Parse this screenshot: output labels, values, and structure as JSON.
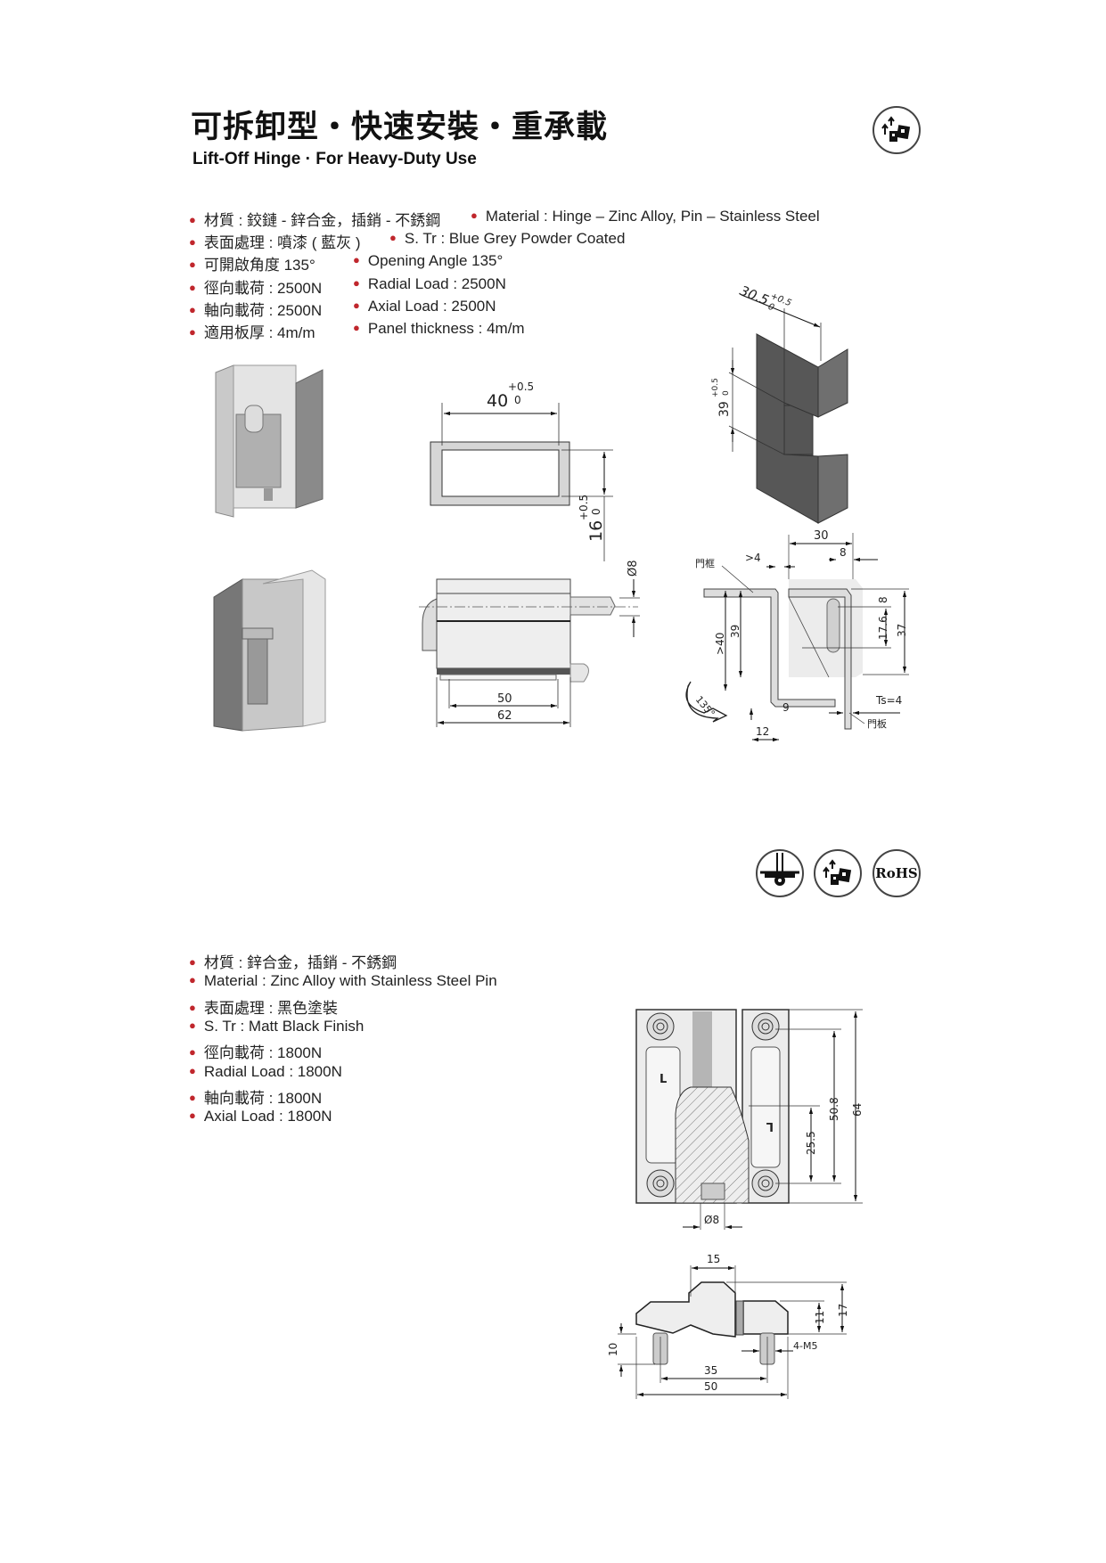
{
  "header": {
    "title": "可拆卸型・快速安裝・重承載",
    "subtitle": "Lift-Off Hinge · For Heavy-Duty Use",
    "icon": "easy-install-icon"
  },
  "spec1": {
    "left": [
      "材質 : 鉸鏈 - 鋅合金，插銷 - 不銹鋼",
      "表面處理 : 噴漆 ( 藍灰 )",
      "可開啟角度 135°",
      "徑向載荷 : 2500N",
      "軸向載荷 : 2500N",
      "適用板厚 : 4m/m"
    ],
    "right": [
      "Material : Hinge – Zinc Alloy, Pin – Stainless Steel",
      "S. Tr : Blue Grey Powder Coated",
      "Opening Angle 135°",
      "Radial Load : 2500N",
      "Axial Load : 2500N",
      "Panel thickness : 4m/m"
    ]
  },
  "drawing1": {
    "cutout_width": "40",
    "cutout_tol_top": "+0.5",
    "cutout_tol_bottom": "0",
    "cutout_height": "16",
    "cutout_h_tol_top": "+0.5",
    "cutout_h_tol_bottom": "0",
    "bracket_width": "30.5",
    "bracket_tol_top": "+0.5",
    "bracket_tol_bottom": "0",
    "bracket_gap": "39",
    "bracket_gap_tol_top": "+0.5",
    "bracket_gap_tol_bottom": "0",
    "pin_dia": "Ø8",
    "len_50": "50",
    "len_62": "62",
    "dim_30": "30",
    "dim_8a": "8",
    "dim_8b": "8",
    "dim_17_6": "17.6",
    "dim_37": "37",
    "dim_gt4": ">4",
    "dim_gt40": ">40",
    "dim_39": "39",
    "dim_9": "9",
    "dim_12": "12",
    "ts": "Ts=4",
    "angle": "135°",
    "frame_label": "門框",
    "door_label": "門板"
  },
  "badges": [
    "lift-off-hinge-icon",
    "easy-install-icon",
    "RoHS"
  ],
  "spec2": [
    "材質 : 鋅合金，插銷 - 不銹鋼",
    "Material : Zinc Alloy with Stainless Steel Pin",
    "表面處理 : 黑色塗裝",
    "S. Tr : Matt Black Finish",
    "徑向載荷 : 1800N",
    "Radial Load : 1800N",
    "軸向載荷 : 1800N",
    "Axial Load : 1800N"
  ],
  "drawing2": {
    "dim_64": "64",
    "dim_50_8": "50.8",
    "dim_25_5": "25.5",
    "pin_dia": "Ø8",
    "dim_15": "15",
    "dim_17": "17",
    "dim_11": "11",
    "dim_10": "10",
    "screw": "4-M5",
    "dim_35": "35",
    "dim_50": "50",
    "mark_l": "L"
  }
}
